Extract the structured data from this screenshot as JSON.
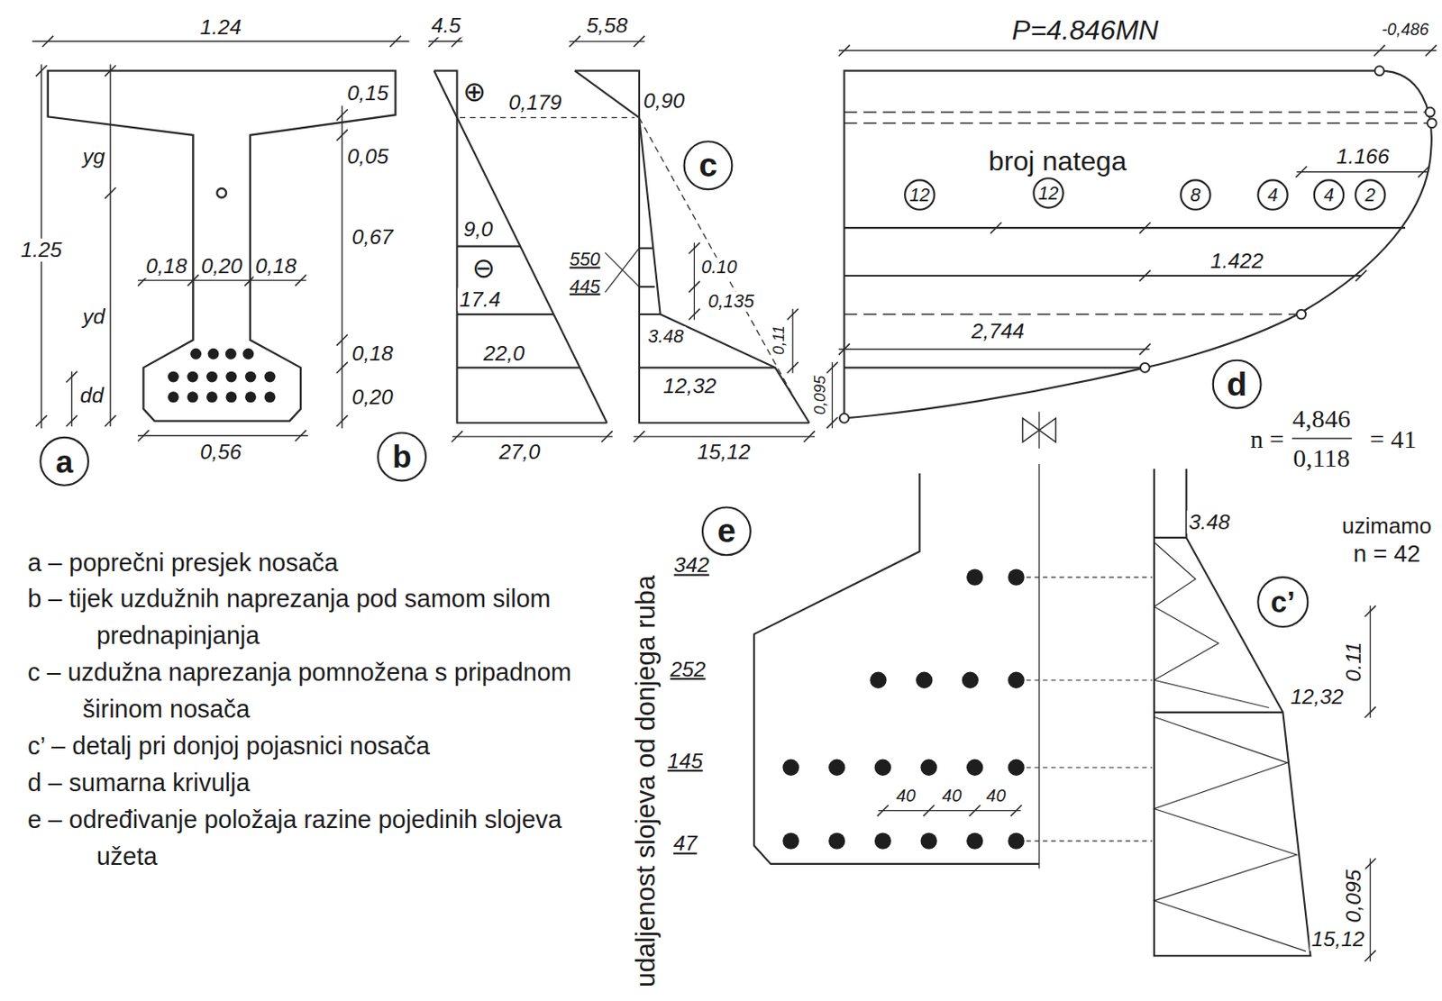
{
  "diagram": {
    "nodes": [
      {
        "text": [
          "c"
        ]
      },
      {
        "text": [
          "12"
        ]
      },
      {
        "text": [
          "12"
        ]
      },
      {
        "text": [
          "8"
        ]
      },
      {
        "text": [
          "4"
        ]
      },
      {
        "text": [
          "4"
        ]
      },
      {
        "text": [
          "2"
        ]
      },
      {
        "text": [
          "a"
        ]
      },
      {
        "text": [
          "b"
        ]
      },
      {
        "text": [
          "d"
        ]
      },
      {
        "text": [
          "e"
        ]
      },
      {
        "text": [
          "c’"
        ]
      }
    ],
    "labels": [
      "1.24",
      "0,15",
      "0,05",
      "yg",
      "0,67",
      "1.25",
      "0,18",
      "0,20",
      "0,18",
      "yd",
      "0,18",
      "dd",
      "0,20",
      "0,56",
      "4.5",
      "⊕",
      "0,179",
      "9,0",
      "⊖",
      "17.4",
      "22,0",
      "27,0",
      "5,58",
      "0,90",
      "550",
      "445",
      "0.10",
      "0,135",
      "3.48",
      "0,11",
      "12,32",
      "0,095",
      "15,12",
      "P=4.846MN",
      "-0,486",
      "broj natega",
      "1.166",
      "1.422",
      "2,744",
      "n =",
      "4,846",
      "0,118",
      "= 41",
      "uzimamo",
      "n = 42",
      "udaljenost slojeva od donjega ruba",
      "342",
      "252",
      "145",
      "47",
      "40",
      "40",
      "40",
      "3.48",
      "0.11",
      "12,32",
      "0,095",
      "15,12",
      "a – poprečni presjek nosača",
      "b – tijek uzdužnih naprezanja pod samom silom prednapinjanja",
      "c – uzdužna naprezanja pomnožena s pripadnom širinom nosača",
      "c’ – detalj pri donjoj pojasnici nosača",
      "d – sumarna krivulja",
      "e – određivanje položaja razine pojedinih slojeva užeta"
    ]
  }
}
